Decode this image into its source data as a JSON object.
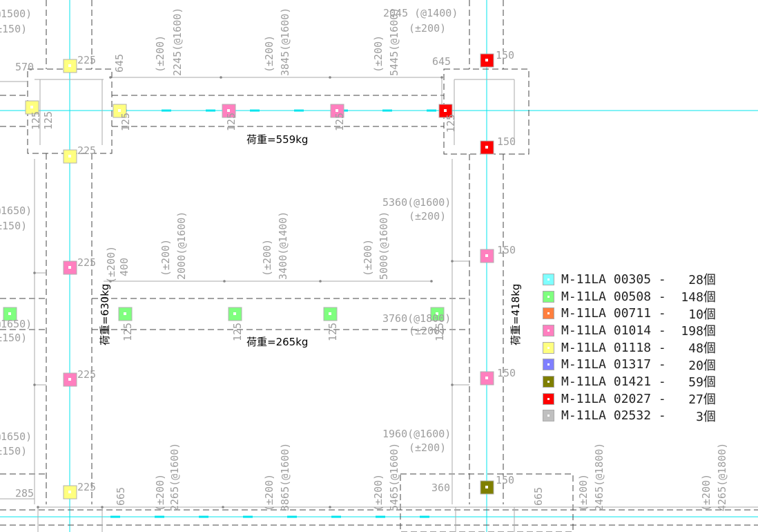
{
  "drawing": {
    "colors": {
      "gridline": "#00e5ee",
      "beam": "#999999",
      "dashed": "#444444",
      "dimension_text": "#9e9e9e",
      "load_text": "#000000"
    },
    "dimension_labels": [
      "@1500)",
      "±150)",
      "2045 (@1400)",
      "(±200)",
      "570",
      "225",
      "645",
      "(±200)",
      "2245(@1600)",
      "(±200)",
      "3845(@1600)",
      "(±200)",
      "5445(@1600)",
      "645",
      "150",
      "125",
      "125",
      "125",
      "125",
      "125",
      "125",
      "225",
      "150",
      "@1650)",
      "±150)",
      "5360(@1600)",
      "(±200)",
      "(±200)",
      "400",
      "(±200)",
      "2000(@1600)",
      "(±200)",
      "3400(@1400)",
      "(±200)",
      "5000(@1600)",
      "225",
      "150",
      "@1650)",
      "±150)",
      "3760(@1800)",
      "(±200)",
      "125",
      "125",
      "125",
      "125",
      "225",
      "150",
      "@1650)",
      "±150)",
      "1960(@1600)",
      "(±200)",
      "(±200)",
      "2265(@1600)",
      "(±200)",
      "3865(@1600)",
      "(±200)",
      "5465(@1600)",
      "(±200)",
      "2465(@1800)",
      "(±200)",
      "4265(@1800)",
      "285",
      "225",
      "665",
      "360",
      "150",
      "665"
    ],
    "load_labels": {
      "top_beam": "荷重=559kg",
      "mid_beam": "荷重=265kg",
      "left_column": "荷重=630kg",
      "right_column": "荷重=418kg"
    }
  },
  "legend": {
    "title": "",
    "items": [
      {
        "code": "M-11LA 00305",
        "sep": " - ",
        "count": "  28個",
        "color": "#7fffff"
      },
      {
        "code": "M-11LA 00508",
        "sep": " - ",
        "count": " 148個",
        "color": "#7fff7f"
      },
      {
        "code": "M-11LA 00711",
        "sep": " - ",
        "count": "  10個",
        "color": "#ff7f3f"
      },
      {
        "code": "M-11LA 01014",
        "sep": " - ",
        "count": " 198個",
        "color": "#ff7fbf"
      },
      {
        "code": "M-11LA 01118",
        "sep": " - ",
        "count": "  48個",
        "color": "#ffff7f"
      },
      {
        "code": "M-11LA 01317",
        "sep": " - ",
        "count": "  20個",
        "color": "#7f7fff"
      },
      {
        "code": "M-11LA 01421",
        "sep": " - ",
        "count": "  59個",
        "color": "#7f7f00"
      },
      {
        "code": "M-11LA 02027",
        "sep": " - ",
        "count": "  27個",
        "color": "#ff0000"
      },
      {
        "code": "M-11LA 02532",
        "sep": " - ",
        "count": "   3個",
        "color": "#c0c0c0"
      }
    ]
  }
}
